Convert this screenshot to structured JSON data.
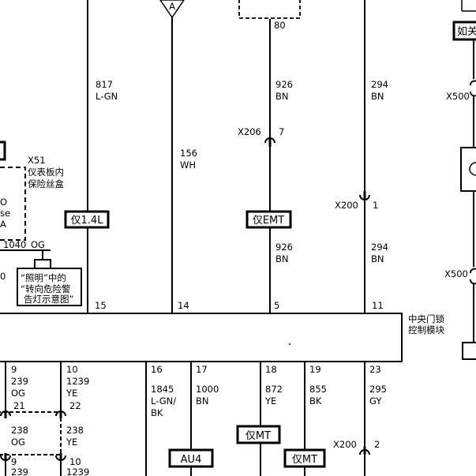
{
  "module": {
    "label_line1": "中央门锁",
    "label_line2": "控制模块"
  },
  "top_connector": {
    "pin": "80"
  },
  "node_a": {
    "label": "A"
  },
  "top_right_box": {
    "label": "如关"
  },
  "fuse_block": {
    "connector": "X51",
    "name_line1": "仪表板内",
    "name_line2": "保险丝盒",
    "frag_line1": "O",
    "frag_line2": "se",
    "frag_line3": "A"
  },
  "og_wire": {
    "circuit": "1040",
    "color": "OG"
  },
  "reference_note": {
    "line1": "“照明”中的",
    "line2": "“转向危险警",
    "line3": "告灯示意图”"
  },
  "left_edge": {
    "fragment": "0"
  },
  "upper_wires": [
    {
      "pin": "15",
      "circuit": "817",
      "color": "L-GN",
      "tag": "仅1.4L"
    },
    {
      "pin": "14",
      "circuit": "156",
      "color": "WH"
    },
    {
      "pin": "5",
      "circuit_upper": "926",
      "color_upper": "BN",
      "connector": "X206",
      "connector_pin": "7",
      "tag": "仅EMT",
      "circuit_lower": "926",
      "color_lower": "BN"
    },
    {
      "pin": "11",
      "circuit_upper": "294",
      "color_upper": "BN",
      "connector": "X200",
      "connector_pin": "1",
      "circuit_lower": "294",
      "color_lower": "BN"
    }
  ],
  "right_edge_connectors": [
    "X500",
    "X500"
  ],
  "lower_wires": [
    {
      "pin": "9",
      "circuit": "239",
      "color": "OG",
      "jumper_pin": "21",
      "jumper_circuit": "238",
      "jumper_color": "OG",
      "bottom_pin": "9",
      "bottom_circuit": "239"
    },
    {
      "pin": "10",
      "circuit": "1239",
      "color": "YE",
      "jumper_pin": "22",
      "jumper_circuit": "238",
      "jumper_color": "YE",
      "bottom_pin": "10",
      "bottom_circuit": "1239"
    },
    {
      "pin": "16",
      "circuit": "1845",
      "color_line1": "L-GN/",
      "color_line2": "BK"
    },
    {
      "pin": "17",
      "circuit": "1000",
      "color": "BN",
      "tag": "AU4"
    },
    {
      "pin": "18",
      "circuit": "872",
      "color": "YE",
      "tag": "仅MT"
    },
    {
      "pin": "19",
      "circuit": "855",
      "color": "BK",
      "tag": "仅MT"
    },
    {
      "pin": "23",
      "circuit": "295",
      "color": "GY",
      "connector": "X200",
      "connector_pin": "2"
    }
  ]
}
